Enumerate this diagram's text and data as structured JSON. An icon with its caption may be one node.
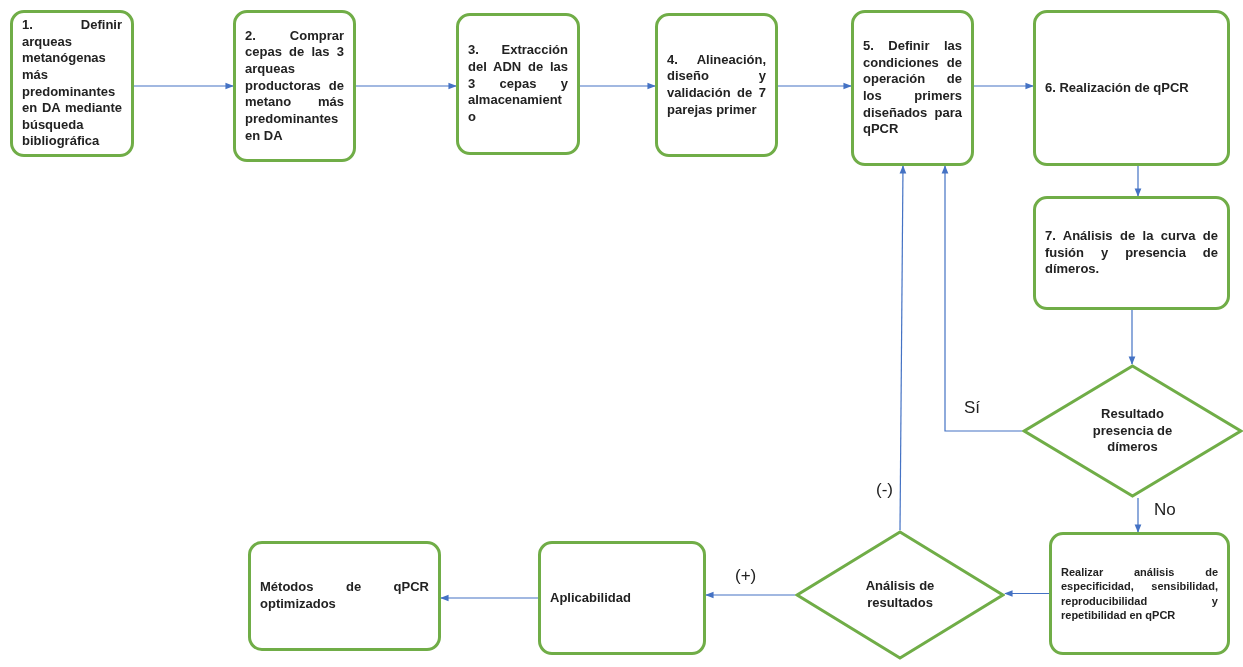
{
  "diagram": {
    "nodes": [
      {
        "text": [
          "1. Definir arqueas metanógenas más predominantes en DA mediante búsqueda bibliográfica"
        ]
      },
      {
        "text": [
          "2. Comprar cepas de las 3 arqueas productoras de metano más predominantes en DA"
        ]
      },
      {
        "text": [
          "3. Extracción del ADN de las 3 cepas y almacenamiento"
        ]
      },
      {
        "text": [
          "4. Alineación, diseño y validación de 7 parejas primer"
        ]
      },
      {
        "text": [
          "5. Definir las condiciones de operación de los primers diseñados para qPCR"
        ]
      },
      {
        "text": [
          "6. Realización de qPCR"
        ]
      },
      {
        "text": [
          "7. Análisis de la curva de fusión y presencia de dímeros."
        ]
      },
      {
        "text": [
          "Resultado presencia de dímeros"
        ]
      },
      {
        "text": [
          "Realizar análisis de especificidad, sensibilidad, reproducibilidad y repetibilidad en qPCR"
        ]
      },
      {
        "text": [
          "Análisis de resultados"
        ]
      },
      {
        "text": [
          "Aplicabilidad"
        ]
      },
      {
        "text": [
          "Métodos de qPCR optimizados"
        ]
      }
    ],
    "edges": [
      {
        "from": 0,
        "to": 1,
        "arrow": "to"
      },
      {
        "from": 1,
        "to": 2,
        "arrow": "to"
      },
      {
        "from": 2,
        "to": 3,
        "arrow": "to"
      },
      {
        "from": 3,
        "to": 4,
        "arrow": "to"
      },
      {
        "from": 4,
        "to": 5,
        "arrow": "to"
      },
      {
        "from": 5,
        "to": 6,
        "arrow": "to"
      },
      {
        "from": 6,
        "to": 7,
        "arrow": "to"
      },
      {
        "from": 7,
        "to": 4,
        "arrow": "to",
        "label": "Sí"
      },
      {
        "from": 7,
        "to": 8,
        "arrow": "to",
        "label": "No"
      },
      {
        "from": 8,
        "to": 9,
        "arrow": "to"
      },
      {
        "from": 9,
        "to": 10,
        "arrow": "to",
        "label": "(+)"
      },
      {
        "from": 10,
        "to": 11,
        "arrow": "to"
      },
      {
        "from": 9,
        "to": 4,
        "arrow": "to",
        "label": "(-)"
      }
    ]
  }
}
